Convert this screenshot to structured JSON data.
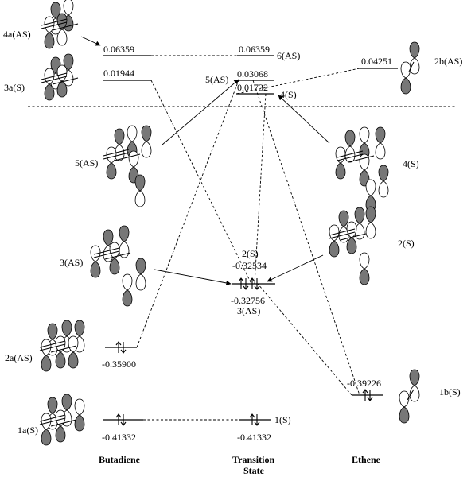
{
  "columns": {
    "butadiene": "Butadiene",
    "ts_line1": "Transition",
    "ts_line2": "State",
    "ethene": "Ethene"
  },
  "butadiene_orbitals": {
    "o4a": {
      "label": "4a(AS)",
      "energy": "0.06359"
    },
    "o3a": {
      "label": "3a(S)",
      "energy": "0.01944"
    },
    "o2a": {
      "label": "2a(AS)",
      "energy": "-0.35900"
    },
    "o1a": {
      "label": "1a(S)",
      "energy": "-0.41332"
    }
  },
  "ts_orbitals": {
    "o6": {
      "label": "6(AS)",
      "energy": "0.06359"
    },
    "o5": {
      "label": "5(AS)",
      "energy": "0.03068"
    },
    "o4": {
      "label": "4(S)",
      "energy": "0.01732"
    },
    "o5_left_label": "5(AS)",
    "o4_right_label": "4(S)",
    "o3_left_label": "3(AS)",
    "o2_right_label": "2(S)",
    "o2": {
      "label": "2(S)",
      "energy": "-0.32534"
    },
    "o3": {
      "label": "3(AS)",
      "energy": "-0.32756"
    },
    "o1": {
      "label": "1(S)",
      "energy": "-0.41332"
    }
  },
  "ethene_orbitals": {
    "o2b": {
      "label": "2b(AS)",
      "energy": "0.04251"
    },
    "o1b": {
      "label": "1b(S)",
      "energy": "-0.39226"
    }
  },
  "electron_symbol": "↑↓"
}
